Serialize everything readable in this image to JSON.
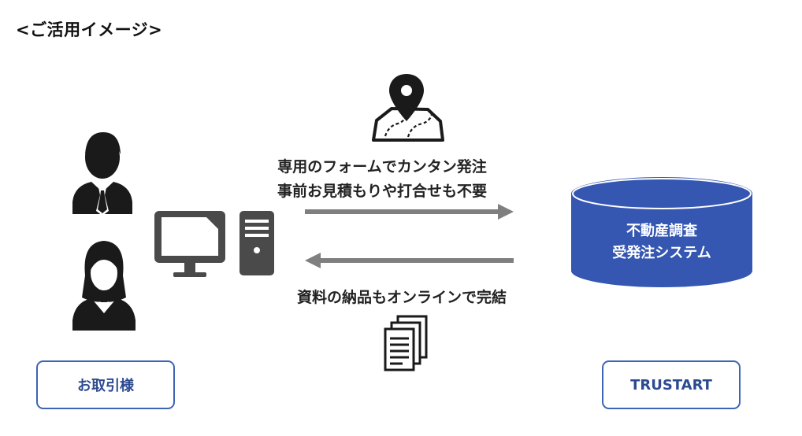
{
  "heading": "<ご活用イメージ>",
  "flow": {
    "outbound_line1": "専用のフォームでカンタン発注",
    "outbound_line2": "事前お見積もりや打合せも不要",
    "inbound": "資料の納品もオンラインで完結"
  },
  "system": {
    "line1": "不動産調査",
    "line2": "受発注システム"
  },
  "labels": {
    "client": "お取引様",
    "provider": "TRUSTART"
  },
  "icons": [
    "map-pin-icon",
    "documents-icon",
    "male-user-icon",
    "female-user-icon",
    "monitor-icon",
    "pc-tower-icon",
    "database-icon"
  ],
  "colors": {
    "arrow": "#7f7f7f",
    "database": "#3557b2",
    "icon": "#1a1a1a",
    "computer": "#4a4a4a",
    "box_border": "#3e64b4"
  }
}
